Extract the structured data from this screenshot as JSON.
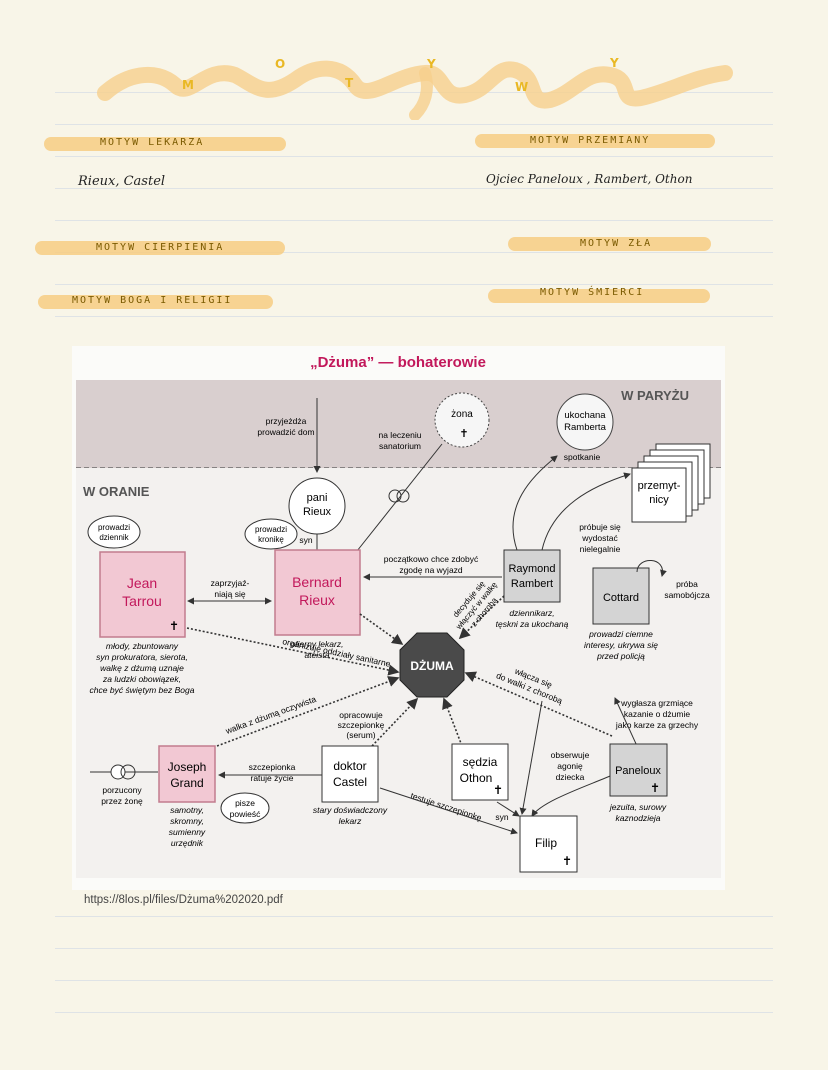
{
  "title": {
    "word": "motywy",
    "letters": [
      "M",
      "O",
      "T",
      "Y",
      "W",
      "Y"
    ]
  },
  "motifs": {
    "lekarza": {
      "label": "MOTYW LEKARZA",
      "content": "Rieux, Castel"
    },
    "przemiany": {
      "label": "MOTYW PRZEMIANY",
      "content": "Ojciec Paneloux , Rambert, Othon"
    },
    "cierpienia": {
      "label": "MOTYW CIERPIENIA"
    },
    "zla": {
      "label": "MOTYW ZŁA"
    },
    "boga": {
      "label": "MOTYW BOGA I RELIGII"
    },
    "smierci": {
      "label": "MOTYW ŚMIERCI"
    }
  },
  "diagram": {
    "title": "„Dżuma” — bohaterowie",
    "regions": {
      "paris": "W PARYŻU",
      "oran": "W ORANIE"
    },
    "center": "DŻUMA",
    "characters": {
      "zona": "żona",
      "ukochana": [
        "ukochana",
        "Ramberta"
      ],
      "przemytnicy": [
        "przemyt-",
        "nicy"
      ],
      "pani_rieux": [
        "pani",
        "Rieux"
      ],
      "prowadzi_dziennik": [
        "prowadzi",
        "dziennik"
      ],
      "prowadzi_kronike": [
        "prowadzi",
        "kronikę"
      ],
      "tarrou": [
        "Jean",
        "Tarrou"
      ],
      "rieux": [
        "Bernard",
        "Rieux"
      ],
      "rambert": [
        "Raymond",
        "Rambert"
      ],
      "cottard": "Cottard",
      "grand": [
        "Joseph",
        "Grand"
      ],
      "castel": [
        "doktor",
        "Castel"
      ],
      "othon": [
        "sędzia",
        "Othon"
      ],
      "paneloux": "Paneloux",
      "filip": "Filip",
      "pisze_powiesc": [
        "pisze",
        "powieść"
      ]
    },
    "labels": {
      "przyjezdza": [
        "przyjeżdża",
        "prowadzić dom"
      ],
      "leczenie": [
        "na leczeniu",
        "sanatorium"
      ],
      "spotkanie": "spotkanie",
      "syn": "syn",
      "syn2": "syn",
      "zgoda": [
        "początkowo chce zdobyć",
        "zgodę na wyjazd"
      ],
      "probuje": [
        "próbuje się",
        "wydostać",
        "nielegalnie"
      ],
      "proba": [
        "próba",
        "samobójcza"
      ],
      "zaprzyjaz": [
        "zaprzyjaź-",
        "niają się"
      ],
      "decyduje": [
        "decyduje się",
        "włączyć w walkę",
        "z chorobą"
      ],
      "organizuje": "organizuje oddziały sanitarne",
      "wlacza": [
        "włącza się",
        "do walki z chorobą"
      ],
      "walka": "walka z dżumą oczywista",
      "opracowuje": [
        "opracowuje",
        "szczepionkę",
        "(serum)"
      ],
      "szczepionka": [
        "szczepionka",
        "ratuje życie"
      ],
      "obserwuje": [
        "obserwuje",
        "agonię",
        "dziecka"
      ],
      "testuje": "testuje szczepionkę",
      "wyglasza": [
        "wygłasza grzmiące",
        "kazanie o dżumie",
        "jako karze za grzechy"
      ],
      "porzucony": [
        "porzucony",
        "przez żonę"
      ]
    },
    "descriptions": {
      "tarrou": [
        "młody, zbuntowany",
        "syn prokuratora, sierota,",
        "walkę z dżumą uznaje",
        "za ludzki obowiązek,",
        "chce być świętym bez Boga"
      ],
      "rieux": [
        "ofiarny lekarz,",
        "ateista"
      ],
      "rambert": [
        "dziennikarz,",
        "tęskni za ukochaną"
      ],
      "cottard": [
        "prowadzi ciemne",
        "interesy, ukrywa się",
        "przed policją"
      ],
      "grand": [
        "samotny,",
        "skromny,",
        "sumienny",
        "urzędnik"
      ],
      "castel": [
        "stary doświadczony",
        "lekarz"
      ],
      "paneloux": [
        "jezuita, surowy",
        "kaznodzieja"
      ]
    }
  },
  "source_url": "https://8los.pl/files/Dżuma%202020.pdf"
}
